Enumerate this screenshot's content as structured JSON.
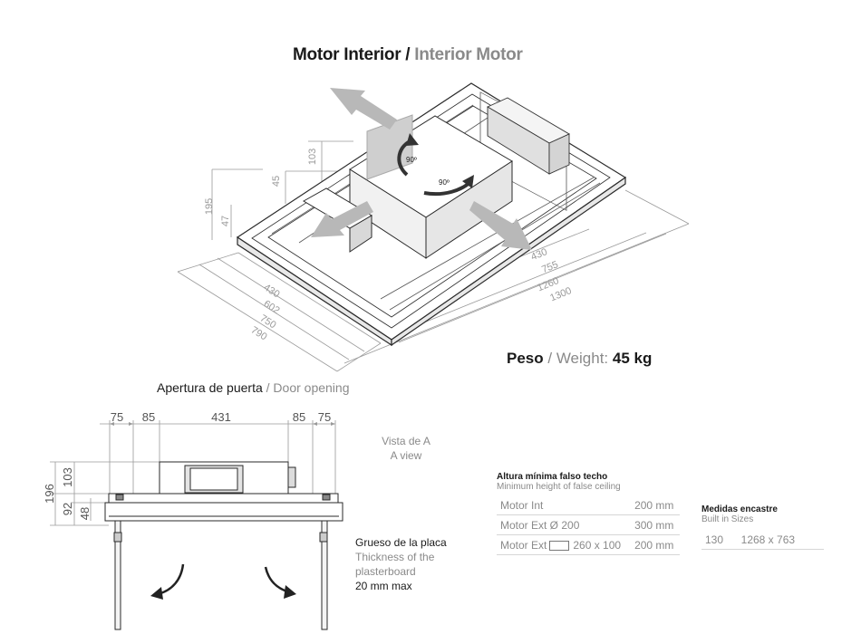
{
  "title": {
    "es": "Motor Interior",
    "separator": "/",
    "en": "Interior Motor"
  },
  "weight": {
    "es": "Peso",
    "en": "/ Weight:",
    "value": "45 kg"
  },
  "iso_dimensions": {
    "height_left": [
      "195",
      "47"
    ],
    "height_top": [
      "103",
      "45"
    ],
    "width_left": [
      "430",
      "602",
      "750",
      "790"
    ],
    "length_right": [
      "430",
      "755",
      "1260",
      "1300"
    ],
    "rotation": [
      "90º",
      "90º"
    ]
  },
  "door_opening": {
    "es": "Apertura de puerta",
    "sep": "/",
    "en": "Door opening"
  },
  "front_view": {
    "top_dims": [
      "75",
      "85",
      "431",
      "85",
      "75"
    ],
    "left_dims": [
      "196",
      "103",
      "92",
      "48"
    ]
  },
  "view_a": {
    "es": "Vista de A",
    "en": "A view"
  },
  "thickness": {
    "es": "Grueso de la placa",
    "en_line1": "Thickness of the",
    "en_line2": "plasterboard",
    "value": "20 mm max"
  },
  "false_ceiling": {
    "title": "Altura mínima falso techo",
    "subtitle": "Minimum height of false ceiling",
    "rows": [
      {
        "label": "Motor Int",
        "value": "200 mm"
      },
      {
        "label": "Motor Ext Ø 200",
        "value": "300 mm"
      },
      {
        "label": "Motor Ext",
        "suffix": "260 x 100",
        "value": "200 mm"
      }
    ]
  },
  "built_in": {
    "title": "Medidas encastre",
    "subtitle": "Built in Sizes",
    "height": "130",
    "size": "1268 x 763"
  }
}
